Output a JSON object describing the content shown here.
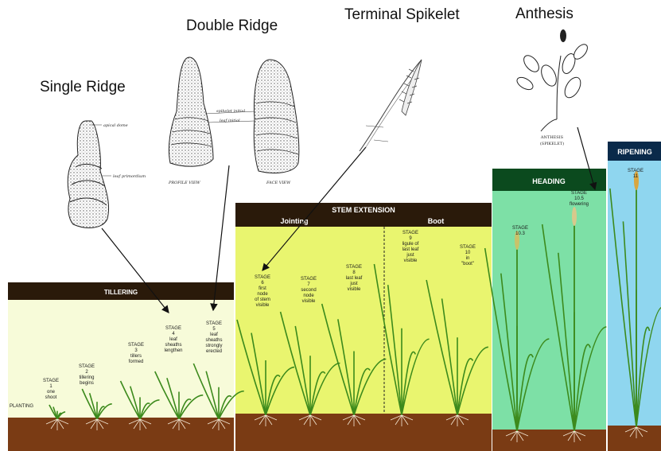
{
  "headings": {
    "single_ridge": "Single Ridge",
    "double_ridge": "Double Ridge",
    "terminal_spikelet": "Terminal Spikelet",
    "anthesis": "Anthesis"
  },
  "sketch_labels": {
    "apical_dome": "apical dome",
    "leaf_primordium": "leaf primordium",
    "spikelet_initial": "spikelet initial",
    "leaf_initial": "leaf initial",
    "profile_view": "PROFILE VIEW",
    "face_view": "FACE VIEW",
    "anthesis_caption": "ANTHESIS",
    "anthesis_subcaption": "(SPIKELET)"
  },
  "panels": {
    "tillering": {
      "title": "TILLERING",
      "color": "#f7fbd9"
    },
    "stem_extension": {
      "title": "STEM EXTENSION",
      "sub_left": "Jointing",
      "sub_right": "Boot",
      "color": "#e9f56f"
    },
    "heading": {
      "title": "HEADING",
      "color": "#7de0a6"
    },
    "ripening": {
      "title": "RIPENING",
      "color": "#8fd6ef"
    }
  },
  "stages": {
    "planting": [
      "PLANTING"
    ],
    "s1": [
      "STAGE",
      "1",
      "one",
      "shoot"
    ],
    "s2": [
      "STAGE",
      "2",
      "tillering",
      "begins"
    ],
    "s3": [
      "STAGE",
      "3",
      "tillers",
      "formed"
    ],
    "s4": [
      "STAGE",
      "4",
      "leaf",
      "sheaths",
      "lengthen"
    ],
    "s5": [
      "STAGE",
      "5",
      "leaf",
      "sheaths",
      "strongly",
      "erected"
    ],
    "s6": [
      "STAGE",
      "6",
      "first",
      "node",
      "of stem",
      "visible"
    ],
    "s7": [
      "STAGE",
      "7",
      "second",
      "node",
      "visible"
    ],
    "s8": [
      "STAGE",
      "8",
      "last leaf",
      "just",
      "visible"
    ],
    "s9": [
      "STAGE",
      "9",
      "ligule of",
      "last leaf",
      "just",
      "visible"
    ],
    "s10": [
      "STAGE",
      "10",
      "in",
      "\"boot\""
    ],
    "s10_3": [
      "STAGE",
      "10.3"
    ],
    "s10_5": [
      "STAGE",
      "10.5",
      "flowering"
    ],
    "s11": [
      "STAGE",
      "11"
    ]
  },
  "colors": {
    "soil": "#7a3b14",
    "plant": "#3c8a1c",
    "banner": "#2a1a0a",
    "arrow": "#111111"
  }
}
